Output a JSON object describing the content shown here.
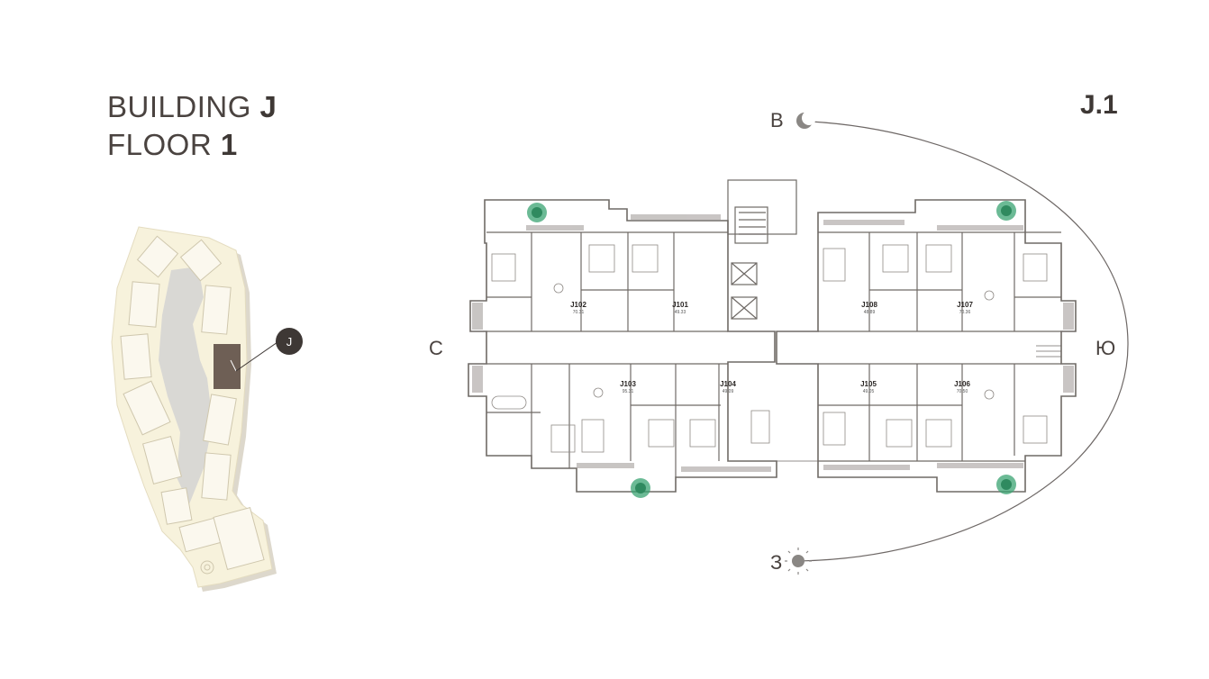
{
  "header": {
    "building_label": "BUILDING",
    "building_code": "J",
    "floor_label": "FLOOR",
    "floor_number": "1"
  },
  "section_code": "J.1",
  "compass": {
    "east": "В",
    "west": "З",
    "north": "С",
    "south": "Ю"
  },
  "minimap": {
    "building_badge": "J"
  },
  "apartments": [
    {
      "id": "J102",
      "area": "70.31"
    },
    {
      "id": "J101",
      "area": "49.33"
    },
    {
      "id": "J103",
      "area": "95.31"
    },
    {
      "id": "J104",
      "area": "49.09"
    },
    {
      "id": "J108",
      "area": "48.89"
    },
    {
      "id": "J107",
      "area": "70.36"
    },
    {
      "id": "J105",
      "area": "49.05"
    },
    {
      "id": "J106",
      "area": "70.50"
    }
  ],
  "colors": {
    "text": "#4a4340",
    "site_fill": "#f7f2dc",
    "building_highlight": "#6e5f55",
    "badge": "#3e3835",
    "plant": "#3aa372"
  }
}
